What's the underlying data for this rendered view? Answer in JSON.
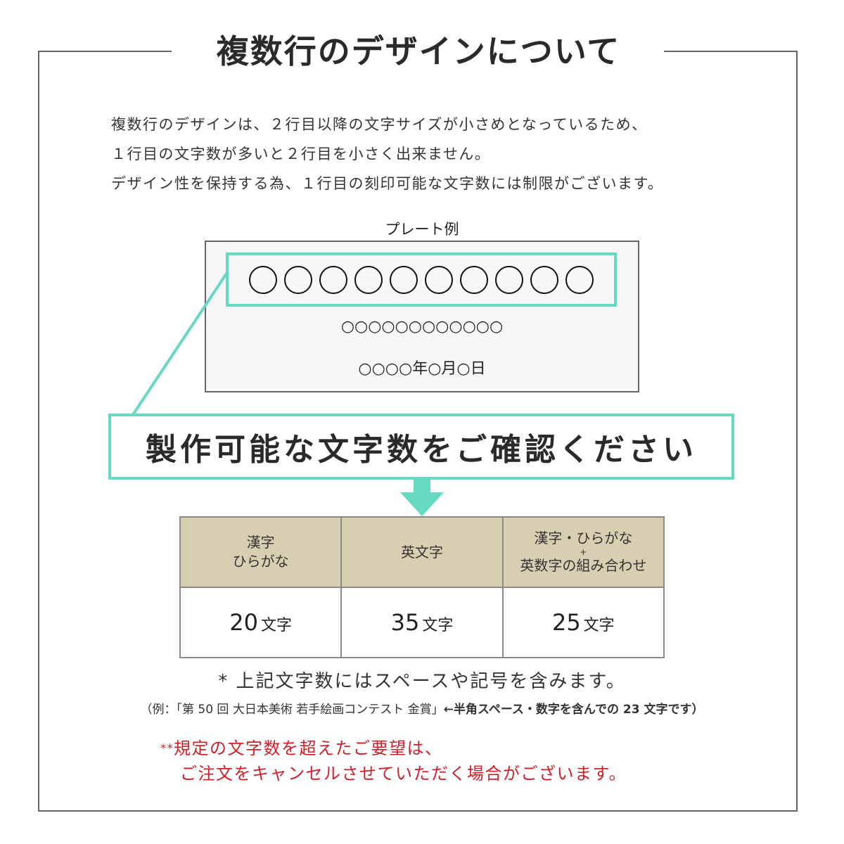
{
  "title": "複数行のデザインについて",
  "intro": {
    "lines": [
      "複数行のデザインは、２行目以降の文字サイズが小さめとなっているため、",
      "１行目の文字数が多いと２行目を小さく出来ません。",
      "デザイン性を保持する為、１行目の刻印可能な文字数には制限がございます。"
    ]
  },
  "plate": {
    "label": "プレート例",
    "line1_circle_count": 10,
    "line2": "○○○○○○○○○○○○",
    "line3": "○○○○年○月○日"
  },
  "callout": {
    "text": "製作可能な文字数をご確認ください"
  },
  "colors": {
    "accent": "#66d9c1",
    "header_bg": "#d8ceb2",
    "warning": "#d0202a",
    "text": "#333333"
  },
  "table": {
    "headers": [
      {
        "line1": "漢字",
        "line2": "ひらがな"
      },
      {
        "line1": "英文字"
      },
      {
        "line1": "漢字・ひらがな",
        "plus": "+",
        "line2": "英数字の組み合わせ"
      }
    ],
    "rows": [
      {
        "count": "20",
        "unit": "文字"
      },
      {
        "count": "35",
        "unit": "文字"
      },
      {
        "count": "25",
        "unit": "文字"
      }
    ]
  },
  "notes": {
    "note1": "* 上記文字数にはスペースや記号を含みます。",
    "note2_example": "（例：「第 50 回  大日本美術  若手絵画コンテスト  金賞」",
    "note2_bold": "←半角スペース・数字を含んでの 23 文字です）"
  },
  "warning": {
    "asterisks": "**",
    "line1": "規定の文字数を超えたご要望は、",
    "line2": "ご注文をキャンセルさせていただく場合がございます。"
  }
}
